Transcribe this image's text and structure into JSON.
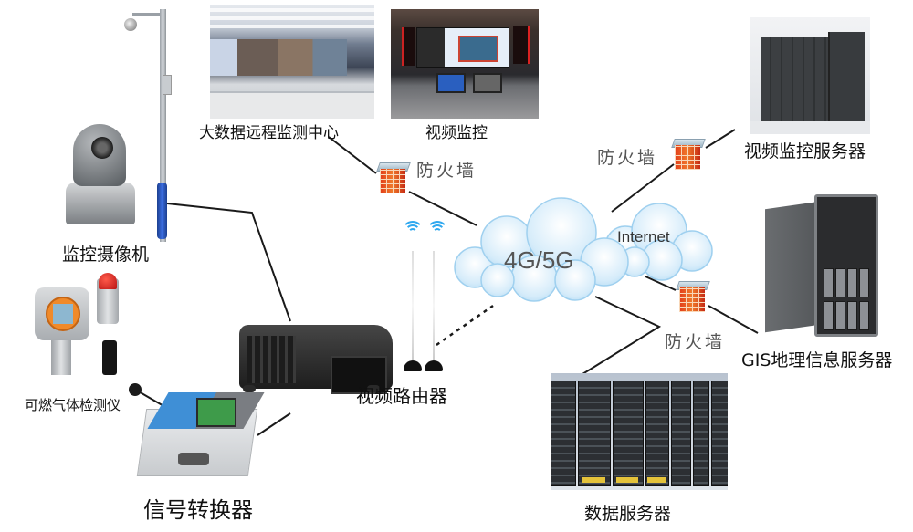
{
  "diagram": {
    "title": "",
    "nodes": {
      "big_data_center": {
        "label": "大数据远程监测中心"
      },
      "video_monitor": {
        "label": "视频监控"
      },
      "video_server": {
        "label": "视频监控服务器"
      },
      "gis_server": {
        "label": "GIS地理信息服务器"
      },
      "data_server": {
        "label": "数据服务器"
      },
      "camera": {
        "label": "监控摄像机"
      },
      "gas_detector": {
        "label": "可燃气体检测仪"
      },
      "signal_converter": {
        "label": "信号转换器"
      },
      "video_router": {
        "label": "视频路由器"
      },
      "cloud_4g5g": {
        "label": "4G/5G"
      },
      "cloud_internet": {
        "label": "Internet"
      }
    },
    "firewalls": [
      {
        "id": "fw-top-left",
        "label": "防火墙"
      },
      {
        "id": "fw-top-right",
        "label": "防火墙"
      },
      {
        "id": "fw-bottom-right",
        "label": "防火墙"
      }
    ],
    "connections": [
      {
        "from": "big_data_center",
        "to": "cloud_4g5g",
        "via": "fw-top-left",
        "style": "solid"
      },
      {
        "from": "cloud_4g5g",
        "to": "video_server",
        "via": "fw-top-right",
        "style": "solid"
      },
      {
        "from": "cloud_4g5g",
        "to": "gis_server",
        "via": "fw-bottom-right",
        "style": "solid"
      },
      {
        "from": "cloud_4g5g",
        "to": "data_server",
        "style": "solid"
      },
      {
        "from": "video_router",
        "to": "cloud_4g5g",
        "style": "dashed",
        "medium": "wireless"
      },
      {
        "from": "camera",
        "to": "video_router",
        "style": "solid"
      },
      {
        "from": "signal_converter",
        "to": "video_router",
        "style": "solid"
      },
      {
        "from": "gas_detector",
        "to": "signal_converter",
        "style": "solid"
      }
    ],
    "colors": {
      "cloud_fill": "#d6ecfa",
      "cloud_stroke": "#9fd0ef",
      "wifi": "#2fa8ef",
      "firewall_brick": "#e54a1e",
      "line": "#1a1a1a"
    }
  }
}
